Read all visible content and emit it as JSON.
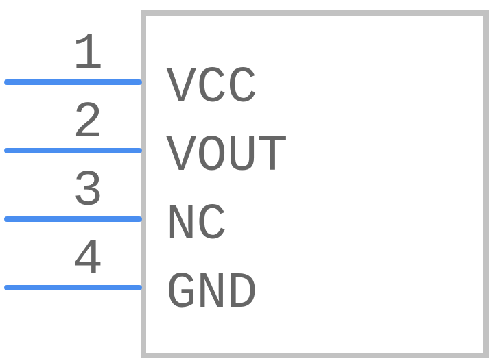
{
  "component": {
    "pins": [
      {
        "number": "1",
        "name": "VCC"
      },
      {
        "number": "2",
        "name": "VOUT"
      },
      {
        "number": "3",
        "name": "NC"
      },
      {
        "number": "4",
        "name": "GND"
      }
    ]
  },
  "colors": {
    "body_outline": "#c2c2c2",
    "pin_line": "#4a8ef0",
    "text": "#666666",
    "background": "#ffffff"
  }
}
